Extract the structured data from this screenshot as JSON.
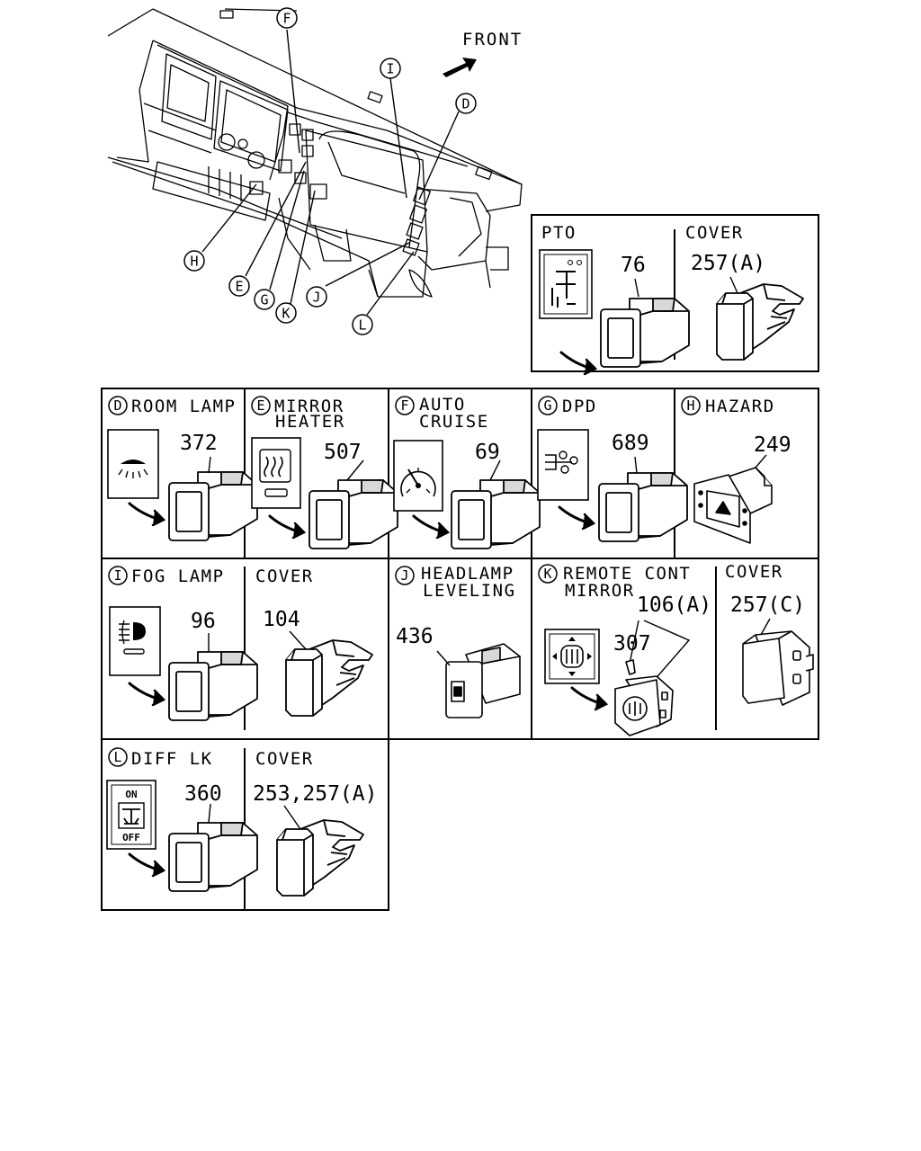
{
  "front_label": "FRONT",
  "callouts": [
    "F",
    "I",
    "D",
    "H",
    "E",
    "G",
    "K",
    "J",
    "L"
  ],
  "panels": {
    "pto": {
      "title": "PTO",
      "part": "76"
    },
    "pto_cover": {
      "title": "COVER",
      "part": "257(A)"
    },
    "room_lamp": {
      "letter": "D",
      "title": "ROOM LAMP",
      "part": "372"
    },
    "mirror_heater": {
      "letter": "E",
      "title_1": "MIRROR",
      "title_2": "HEATER",
      "part": "507"
    },
    "auto_cruise": {
      "letter": "F",
      "title_1": "AUTO",
      "title_2": "CRUISE",
      "part": "69"
    },
    "dpd": {
      "letter": "G",
      "title": "DPD",
      "part": "689"
    },
    "hazard": {
      "letter": "H",
      "title": "HAZARD",
      "part": "249"
    },
    "fog_lamp": {
      "letter": "I",
      "title": "FOG LAMP",
      "part": "96"
    },
    "fog_cover": {
      "title": "COVER",
      "part": "104"
    },
    "headlamp_leveling": {
      "letter": "J",
      "title_1": "HEADLAMP",
      "title_2": "LEVELING",
      "part": "436"
    },
    "remote_mirror": {
      "letter": "K",
      "title_1": "REMOTE CONT",
      "title_2": "MIRROR",
      "part_1": "106(A)",
      "part_2": "307"
    },
    "mirror_cover": {
      "title": "COVER",
      "part": "257(C)"
    },
    "diff_lock": {
      "letter": "L",
      "title": "DIFF LK",
      "part": "360",
      "icon_on": "ON",
      "icon_off": "OFF"
    },
    "diff_cover": {
      "title": "COVER",
      "part": "253,257(A)"
    }
  },
  "icons": [
    "pto-icon",
    "room-lamp-icon",
    "mirror-heater-icon",
    "cruise-icon",
    "dpd-icon",
    "hazard-icon",
    "fog-lamp-icon",
    "headlamp-leveling-icon",
    "mirror-control-icon",
    "diff-lock-icon"
  ]
}
